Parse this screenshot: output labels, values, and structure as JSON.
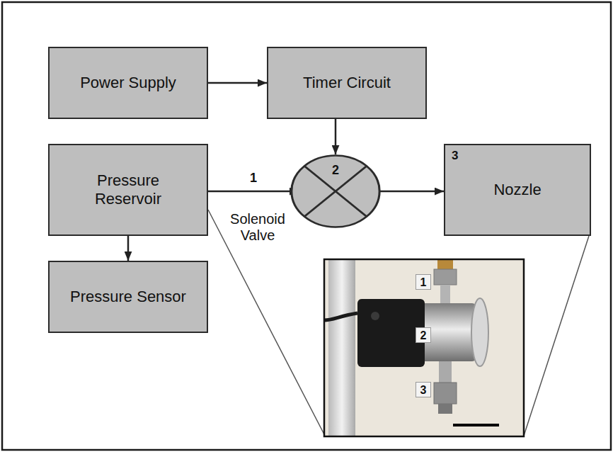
{
  "diagram": {
    "nodes": [
      {
        "text": [
          "Power Supply"
        ]
      },
      {
        "text": [
          "Timer Circuit"
        ]
      },
      {
        "text": [
          "Pressure Reservoir"
        ]
      },
      {
        "text": [
          "2"
        ]
      },
      {
        "text": [
          "3",
          "Nozzle"
        ]
      },
      {
        "text": [
          "Pressure Sensor"
        ]
      }
    ],
    "edges": [
      {
        "from": 0,
        "to": 1,
        "arrow": "to"
      },
      {
        "from": 1,
        "to": 3,
        "arrow": "to"
      },
      {
        "from": 2,
        "to": 3,
        "arrow": "to",
        "label": "1"
      },
      {
        "from": 3,
        "to": 4,
        "arrow": "to"
      },
      {
        "from": 2,
        "to": 5,
        "arrow": "to"
      }
    ],
    "labels": [
      "Solenoid Valve",
      "1",
      "2",
      "3"
    ]
  }
}
